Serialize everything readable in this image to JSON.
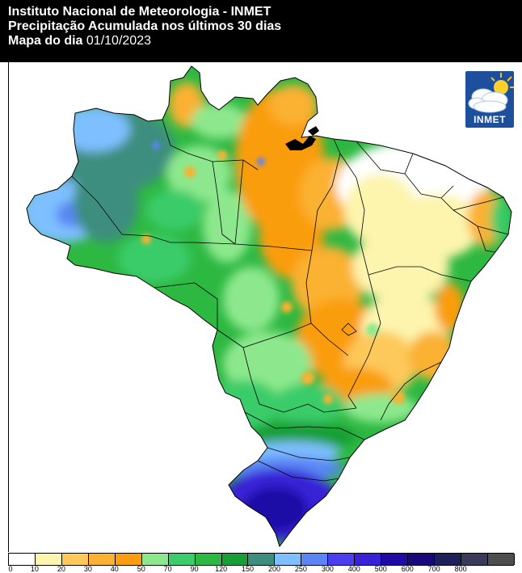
{
  "header": {
    "line1": "Instituto Nacional de Meteorologia - INMET",
    "line2": "Precipitação Acumulada nos últimos 30 dias",
    "line3_label": "Mapa do dia",
    "date": "01/10/2023"
  },
  "logo": {
    "text": "INMET",
    "icon": "cloud-sun-icon"
  },
  "legend": {
    "ticks": [
      "0",
      "10",
      "20",
      "30",
      "40",
      "50",
      "70",
      "90",
      "120",
      "150",
      "200",
      "250",
      "300",
      "400",
      "500",
      "600",
      "700",
      "800"
    ],
    "colors": [
      "#ffffff",
      "#fdf4ad",
      "#fdc95a",
      "#fbb131",
      "#fa9d10",
      "#8de88d",
      "#3bcc6b",
      "#2db842",
      "#179f35",
      "#3e8e7e",
      "#7ebfff",
      "#5a86f5",
      "#4b3ef0",
      "#3821d6",
      "#1f0aa6",
      "#18087c",
      "#1f1f5a",
      "#3a3a5c",
      "#4e4e4e"
    ]
  },
  "map_colors": {
    "background": "#ffffff",
    "green_light": "#8de88d",
    "green_mid": "#3bcc6b",
    "green_dark": "#2db842",
    "green_deep": "#179f35",
    "teal": "#3e8e7e",
    "blue_light": "#7ebfff",
    "blue_mid": "#5a86f5",
    "blue_deep": "#3821d6",
    "orange": "#fa9d10",
    "orange_light": "#fbb131",
    "yellow": "#fdc95a",
    "yellow_pale": "#fdf4ad",
    "border": "#000000"
  }
}
